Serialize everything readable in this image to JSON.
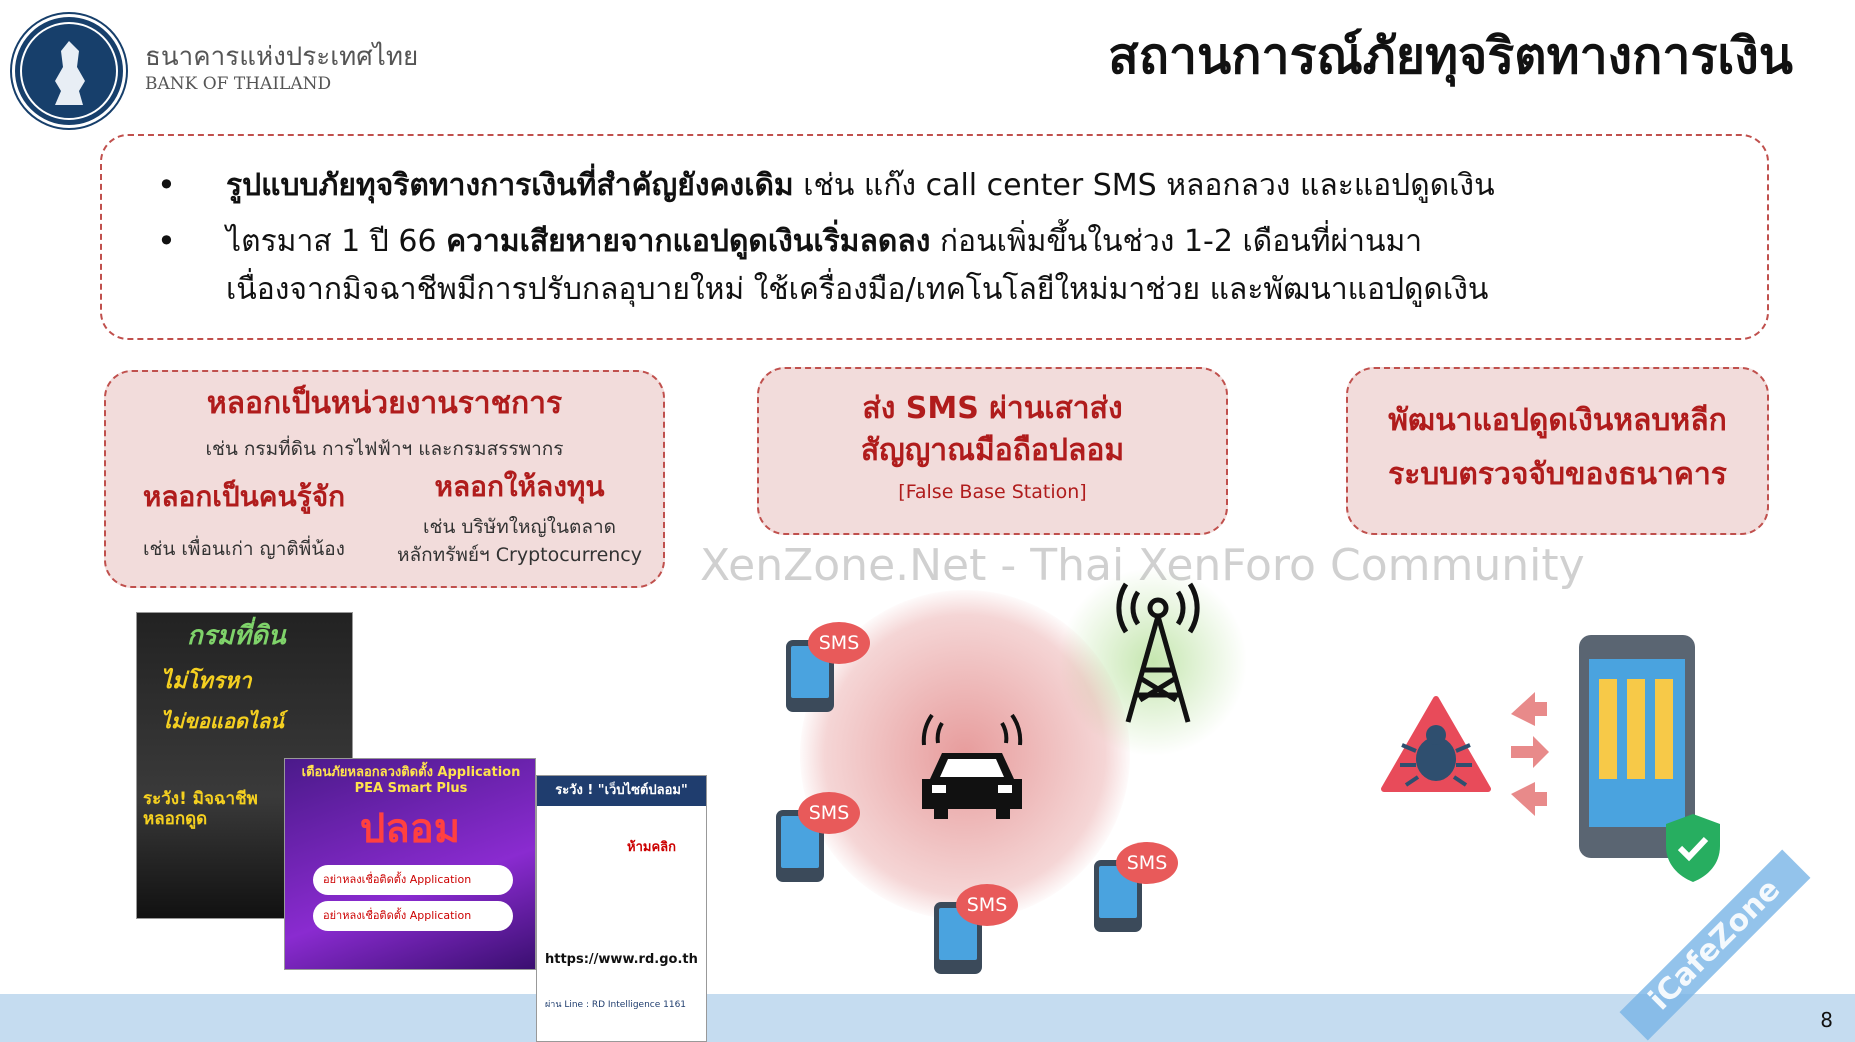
{
  "header": {
    "org_th": "ธนาคารแห่งประเทศไทย",
    "org_en": "BANK OF THAILAND",
    "title": "สถานการณ์ภัยทุจริตทางการเงิน"
  },
  "summary": {
    "bullets": [
      {
        "bold": "รูปแบบภัยทุจริตทางการเงินที่สำคัญยังคงเดิม",
        "rest": " เช่น แก๊ง call center SMS หลอกลวง และแอปดูดเงิน"
      },
      {
        "pre": "ไตรมาส 1 ปี 66 ",
        "bold": "ความเสียหายจากแอปดูดเงินเริ่มลดลง",
        "rest": " ก่อนเพิ่มขึ้นในช่วง 1-2 เดือนที่ผ่านมา",
        "cont": "เนื่องจากมิจฉาชีพมีการปรับกลอุบายใหม่ ใช้เครื่องมือ/เทคโนโลยีใหม่มาช่วย และพัฒนาแอปดูดเงิน"
      }
    ]
  },
  "box1": {
    "h1": "หลอกเป็นหน่วยงานราชการ",
    "s1": "เช่น กรมที่ดิน การไฟฟ้าฯ และกรมสรรพากร",
    "h2": "หลอกเป็นคนรู้จัก",
    "s2": "เช่น เพื่อนเก่า ญาติพี่น้อง",
    "h3": "หลอกให้ลงทุน",
    "s3a": "เช่น บริษัทใหญ่ในตลาด",
    "s3b": "หลักทรัพย์ฯ Cryptocurrency"
  },
  "box2": {
    "l1": "ส่ง SMS ผ่านเสาส่ง",
    "l2": "สัญญาณมือถือปลอม",
    "l3": "[False Base Station]"
  },
  "box3": {
    "l1": "พัฒนาแอปดูดเงินหลบหลีก",
    "l2": "ระบบตรวจจับของธนาคาร"
  },
  "posters": {
    "p1_title": "กรมที่ดิน",
    "p1_a": "ไม่โทรหา",
    "p1_b": "ไม่ขอแอดไลน์",
    "p1_c": "ระวัง! มิจฉาชีพหลอกดูด",
    "p2_title": "เตือนภัยหลอกลวงติดตั้ง Application PEA Smart Plus",
    "p2_big": "ปลอม",
    "p2_a": "อย่าหลงเชื่อติดตั้ง Application",
    "p2_b": "อย่าหลงเชื่อติดตั้ง Application",
    "p3_title": "ระวัง ! \"เว็บไซต์ปลอม\"",
    "p3_warn": "ห้ามคลิก",
    "p3_url": "https://www.rd.go.th",
    "p3_line": "ผ่าน Line : RD Intelligence 1161"
  },
  "sms_label": "SMS",
  "watermark": "XenZone.Net - Thai XenForo Community",
  "corner_watermark": "iCafeZone",
  "page_number": "8",
  "colors": {
    "accent": "#b01c1c",
    "box_fill": "#f2dcdb",
    "band": "#c5dcf0"
  }
}
